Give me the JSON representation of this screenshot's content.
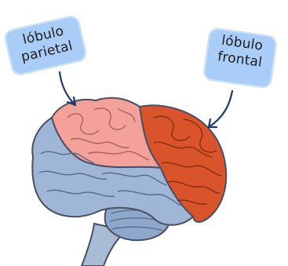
{
  "labels": {
    "parietal": {
      "line1": "lóbulo",
      "line2": "parietal"
    },
    "frontal": {
      "line1": "lóbulo",
      "line2": "frontal"
    }
  },
  "colors": {
    "label_bg": "#a9cdf7",
    "arrow": "#1f3a6b",
    "parietal_lobe": "#f4a19a",
    "frontal_lobe": "#d9542b",
    "other_brain": "#9fb6d6",
    "outline": "#4a4f63"
  }
}
